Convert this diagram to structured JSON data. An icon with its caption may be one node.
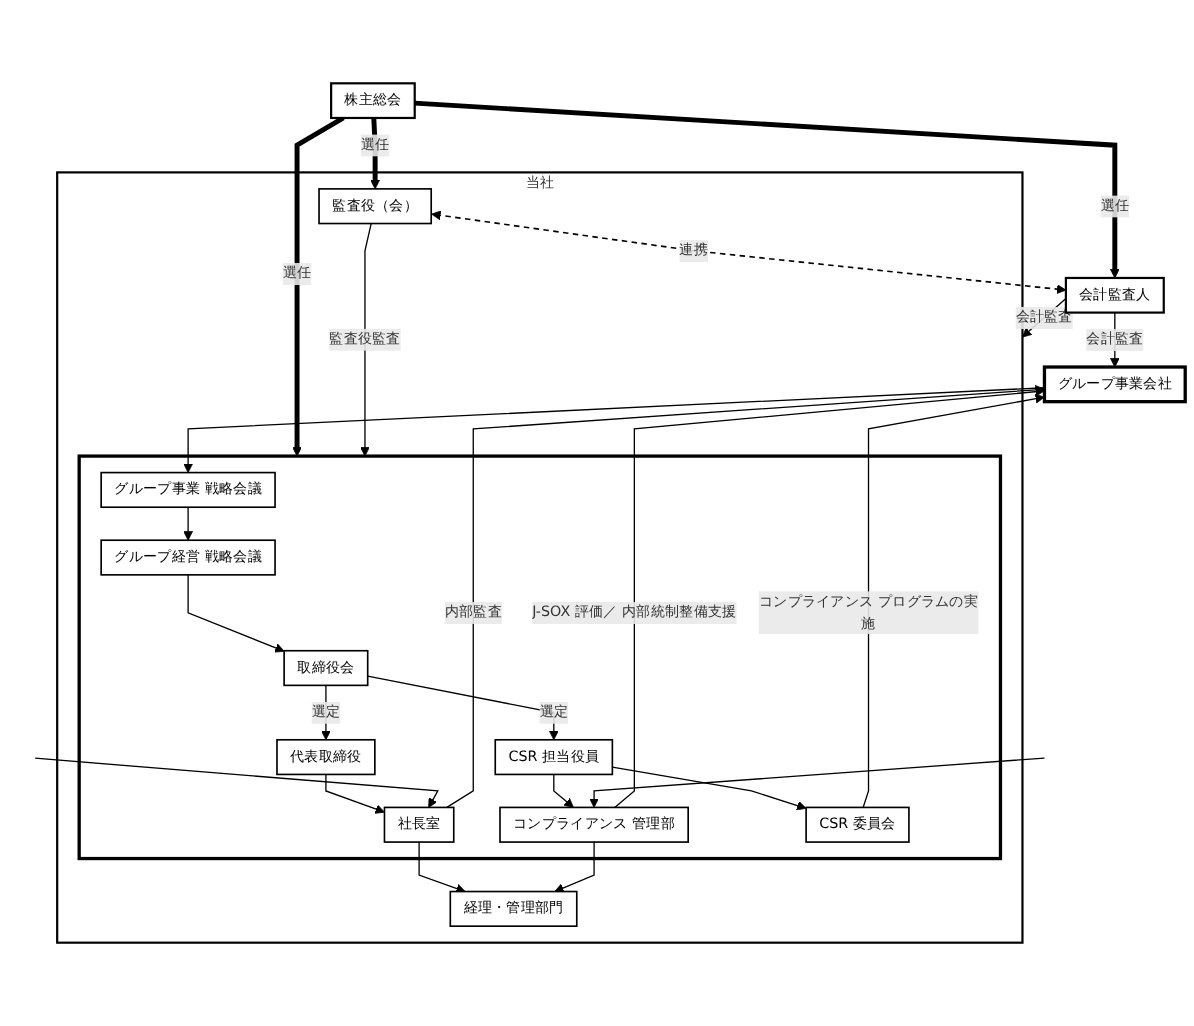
{
  "diagram": {
    "nodes": [
      {
        "text": [
          "株主総会"
        ]
      },
      {
        "text": [
          "当社"
        ]
      },
      {
        "text": [
          "監査役（会）"
        ],
        "in": 1
      },
      {
        "text": [],
        "shape": "box",
        "in": 1
      },
      {
        "text": [
          "取締役会"
        ],
        "in": 3
      },
      {
        "text": [
          "代表取締役"
        ],
        "in": 3
      },
      {
        "text": [
          "CSR 担当役員"
        ],
        "in": 3
      },
      {
        "text": [
          "グループ経営 戦略会議"
        ],
        "in": 3
      },
      {
        "text": [
          "社長室"
        ],
        "in": 3
      },
      {
        "text": [
          "コンプライアンス 管理部"
        ],
        "in": 3
      },
      {
        "text": [
          "CSR 委員会"
        ],
        "in": 3
      },
      {
        "text": [
          "グループ事業 戦略会議"
        ],
        "in": 3
      },
      {
        "text": [
          "経理・管理部門"
        ],
        "in": 1
      },
      {
        "text": [
          "会計監査人"
        ]
      },
      {
        "text": [
          "グループ事業会社"
        ]
      }
    ],
    "edges": [
      {
        "from": 0,
        "to": 2,
        "arrow": "to",
        "label": "選任",
        "style": "thick"
      },
      {
        "from": 0,
        "to": 3,
        "arrow": "to",
        "label": "選任",
        "style": "thick"
      },
      {
        "from": 0,
        "to": 13,
        "arrow": "to",
        "label": "選任",
        "style": "thick"
      },
      {
        "from": 4,
        "to": 5,
        "arrow": "to",
        "label": "選定"
      },
      {
        "from": 4,
        "to": 6,
        "arrow": "to",
        "label": "選定"
      },
      {
        "from": 2,
        "to": 3,
        "arrow": "to",
        "label": "監査役監査"
      },
      {
        "from": 13,
        "to": 1,
        "arrow": "to",
        "label": "会計監査"
      },
      {
        "from": 5,
        "to": 8,
        "arrow": "to"
      },
      {
        "from": 6,
        "to": 10,
        "arrow": "to"
      },
      {
        "from": 6,
        "to": 9,
        "arrow": "to"
      },
      {
        "from": 11,
        "to": 7,
        "arrow": "to"
      },
      {
        "from": 7,
        "to": 4,
        "arrow": "to"
      },
      {
        "from": 2,
        "to": 13,
        "arrow": "both",
        "label": "連携",
        "style": "dashed"
      },
      {
        "from": null,
        "to": 8,
        "arrow": "to"
      },
      {
        "from": null,
        "to": 9,
        "arrow": "to"
      },
      {
        "from": 8,
        "to": 12,
        "arrow": "to"
      },
      {
        "from": 8,
        "to": 14,
        "arrow": "to",
        "label": "内部監査"
      },
      {
        "from": 9,
        "to": 12,
        "arrow": "to"
      },
      {
        "from": 9,
        "to": 14,
        "arrow": "to",
        "label": "J-SOX 評価／ 内部統制整備支援"
      },
      {
        "from": 10,
        "to": 14,
        "arrow": "to",
        "label": "コンプライアンス プログラムの実施"
      },
      {
        "from": 14,
        "to": 11,
        "arrow": "to"
      },
      {
        "from": 13,
        "to": 14,
        "arrow": "to",
        "label": "会計監査"
      }
    ]
  }
}
